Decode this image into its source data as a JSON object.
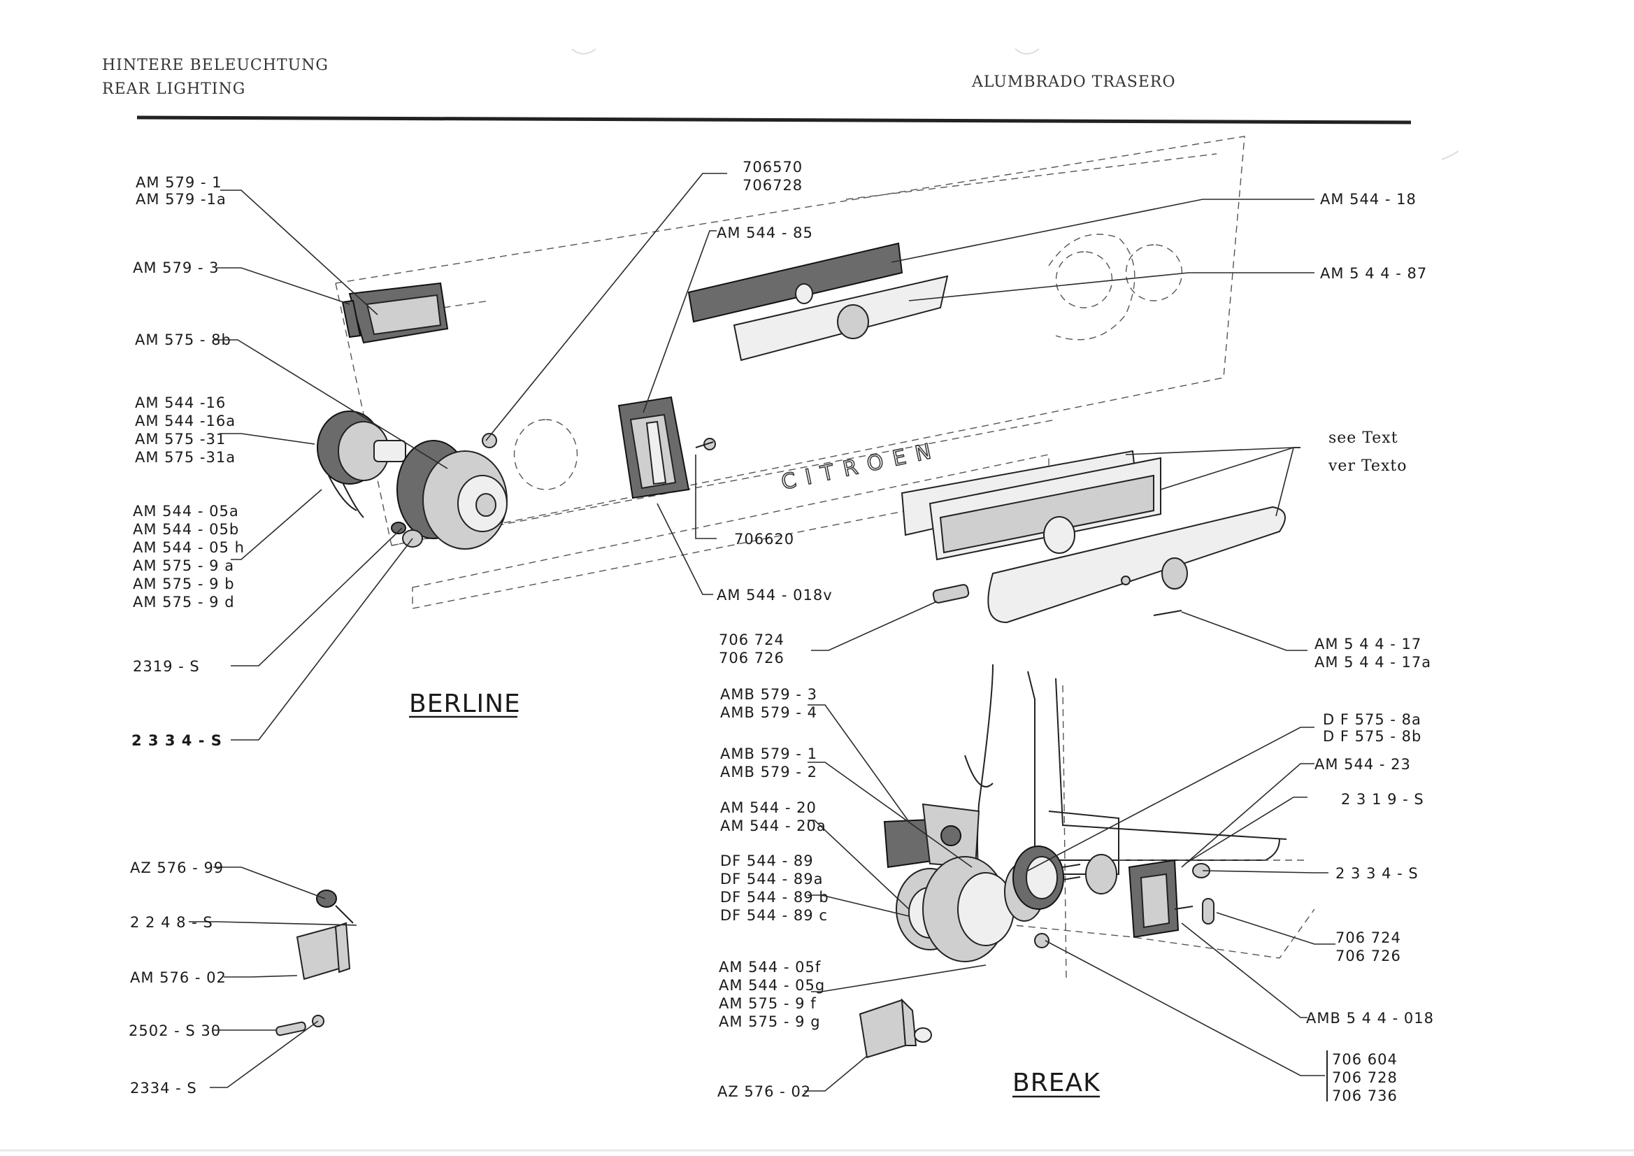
{
  "header": {
    "title_de": "HINTERE BELEUCHTUNG",
    "title_en": "REAR LIGHTING",
    "title_es": "ALUMBRADO TRASERO"
  },
  "sections": {
    "berline": "BERLINE",
    "break": "BREAK"
  },
  "brand_text": "CITROEN",
  "see_text": [
    "see Text",
    "ver Texto"
  ],
  "labels": {
    "l1": [
      "AM 579 - 1",
      "AM 579 -1a"
    ],
    "l2": [
      "AM 579 - 3"
    ],
    "l3": [
      "AM 575 - 8b"
    ],
    "l4": [
      "AM 544 -16",
      "AM 544 -16a",
      "AM 575 -31",
      "AM 575 -31a"
    ],
    "l5": [
      "AM 544 - 05a",
      "AM 544 - 05b",
      "AM 544 - 05 h",
      "AM 575 -  9 a",
      "AM 575 -  9 b",
      "AM 575 -  9 d"
    ],
    "l6": [
      "2319 - S"
    ],
    "l7": [
      "2 3 3 4 - S"
    ],
    "l8": [
      "AZ 576 - 99"
    ],
    "l9": [
      "2 2 4 8 - S"
    ],
    "l10": [
      "AM 576 - 02"
    ],
    "l11": [
      "2502 - S 30"
    ],
    "l12": [
      "2334 - S"
    ],
    "m1": [
      "706570",
      "706728"
    ],
    "m2": [
      "AM 544 - 85"
    ],
    "m3": [
      "706620"
    ],
    "m4": [
      "AM 544 - 018v"
    ],
    "m5": [
      "706 724",
      "706 726"
    ],
    "m6": [
      "AMB 579 - 3",
      "AMB 579 - 4"
    ],
    "m7": [
      "AMB 579 - 1",
      "AMB 579 - 2"
    ],
    "m8": [
      "AM 544 - 20",
      "AM 544 - 20a"
    ],
    "m9": [
      "DF 544 - 89",
      "DF 544 - 89a",
      "DF 544 - 89 b",
      "DF 544 - 89 c"
    ],
    "m10": [
      "AM 544 - 05f",
      "AM 544 - 05g",
      "AM 575 - 9 f",
      "AM 575 - 9 g"
    ],
    "m11": [
      "AZ 576 - 02"
    ],
    "r1": [
      "AM 544  - 18"
    ],
    "r2": [
      "AM 5 4 4 - 87"
    ],
    "r3": [
      "AM 5 4 4 - 17",
      "AM 5 4  4 - 17a"
    ],
    "r4": [
      "D F 575 - 8a",
      "D F 575 - 8b"
    ],
    "r5": [
      "AM  544 - 23"
    ],
    "r6": [
      "2 3 1 9 - S"
    ],
    "r7": [
      "2 3 3 4  - S"
    ],
    "r8": [
      "706 724",
      "706 726"
    ],
    "r9": [
      "AMB 5 4 4 - 018"
    ],
    "r10": [
      "706 604",
      "706 728",
      "706 736"
    ]
  }
}
